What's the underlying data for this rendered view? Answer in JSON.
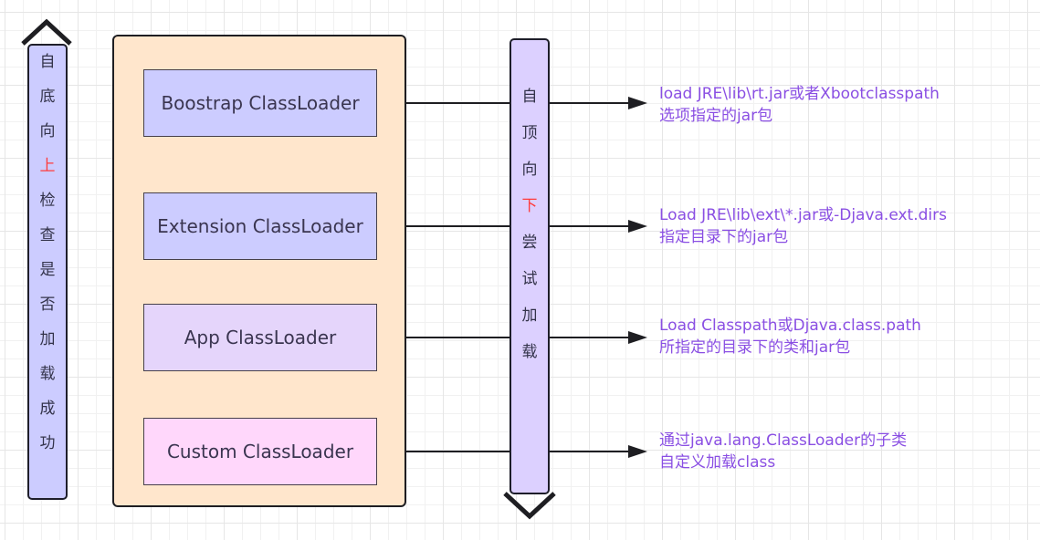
{
  "left_bar": {
    "label": "自底向上检查是否加载成功",
    "chars": [
      "自",
      "底",
      "向",
      "上",
      "检",
      "查",
      "是",
      "否",
      "加",
      "载",
      "成",
      "功"
    ],
    "highlight_index": 3,
    "direction": "up"
  },
  "middle_bar": {
    "label": "自顶向下尝试加载",
    "chars": [
      "自",
      "顶",
      "向",
      "下",
      "尝",
      "试",
      "加",
      "载"
    ],
    "highlight_index": 3,
    "direction": "down"
  },
  "loaders": [
    {
      "label": "Boostrap ClassLoader",
      "fill": "#ccccff"
    },
    {
      "label": "Extension ClassLoader",
      "fill": "#ccccff"
    },
    {
      "label": "App ClassLoader",
      "fill": "#e5d5fb"
    },
    {
      "label": "Custom ClassLoader",
      "fill": "#ffd7fb"
    }
  ],
  "descriptions": [
    {
      "line1": "load JRE\\lib\\rt.jar或者Xbootclasspath",
      "line2": "选项指定的jar包"
    },
    {
      "line1": "Load JRE\\lib\\ext\\*.jar或-Djava.ext.dirs",
      "line2": "指定目录下的jar包"
    },
    {
      "line1": "Load Classpath或Djava.class.path",
      "line2": "所指定的目录下的类和jar包"
    },
    {
      "line1": "通过java.lang.ClassLoader的子类",
      "line2": "自定义加载class"
    }
  ],
  "colors": {
    "container_fill": "#ffe6cc",
    "description_text": "#8a4fe3",
    "highlight_text": "#ff3b3b",
    "stroke": "#1e1e22"
  }
}
